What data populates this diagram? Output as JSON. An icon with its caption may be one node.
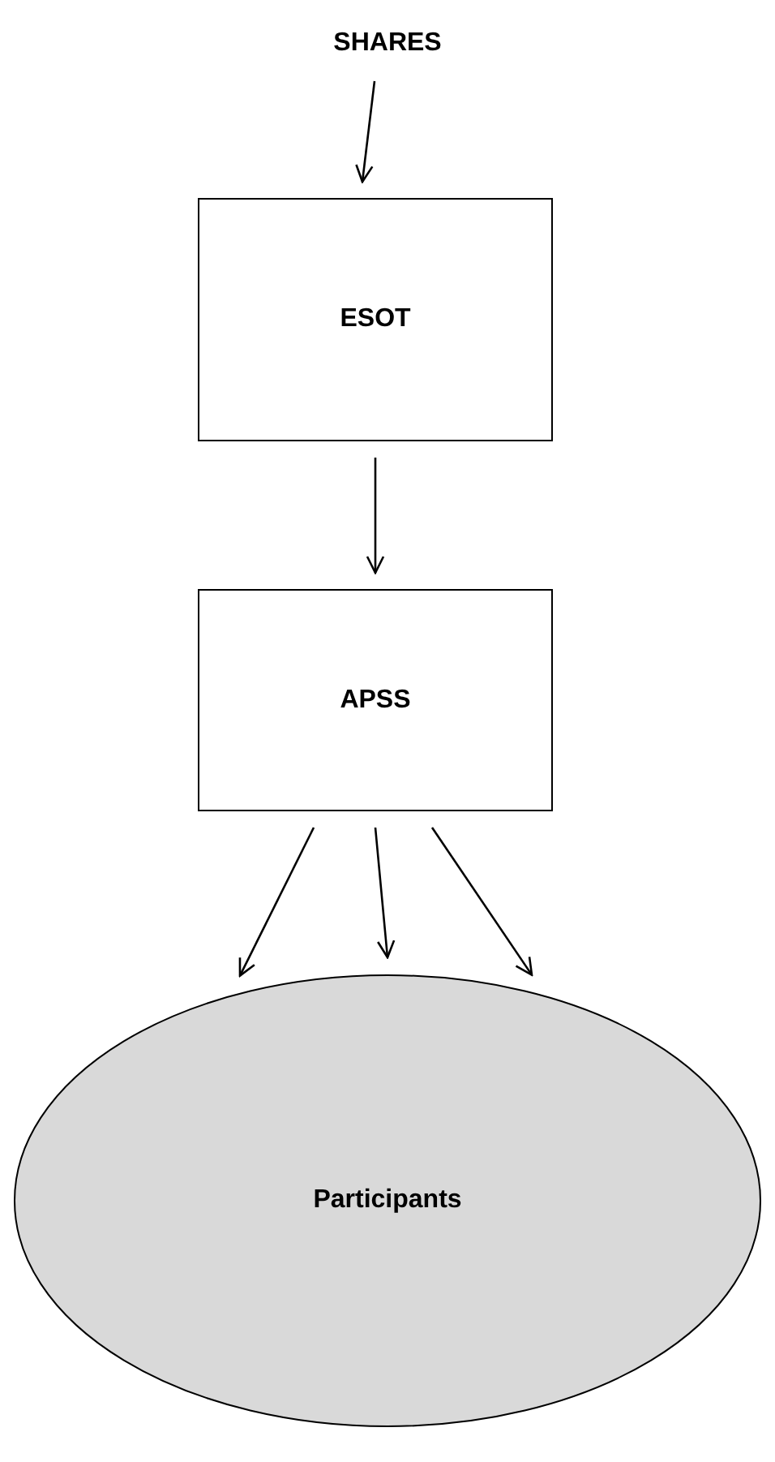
{
  "diagram": {
    "nodes": [
      {
        "text": [
          "SHARES"
        ]
      },
      {
        "text": [
          "ESOT"
        ]
      },
      {
        "text": [
          "APSS"
        ]
      },
      {
        "text": [
          "Participants"
        ]
      }
    ],
    "edges": [
      {
        "from": 0,
        "to": 1,
        "arrow": "to"
      },
      {
        "from": 1,
        "to": 2,
        "arrow": "to"
      },
      {
        "from": 2,
        "to": 3,
        "arrow": "to"
      },
      {
        "from": 2,
        "to": 3,
        "arrow": "to"
      },
      {
        "from": 2,
        "to": 3,
        "arrow": "to"
      }
    ]
  }
}
